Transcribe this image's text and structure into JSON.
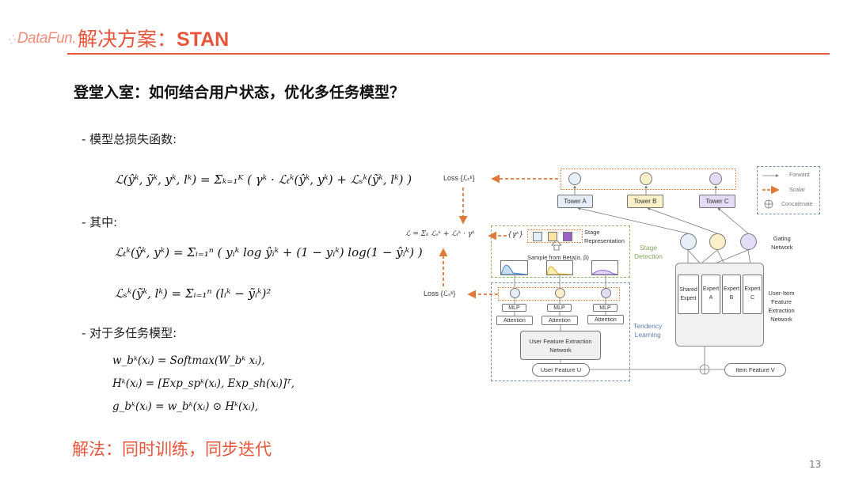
{
  "header": {
    "logo_text": "DataFun.",
    "title_cn": "解决方案：",
    "title_en": "STAN"
  },
  "question": "登堂入室：如何结合用户状态，优化多任务模型？",
  "sections": {
    "total_loss_label": "- 模型总损失函数:",
    "total_loss_formula": "ℒ(ŷᵏ, ỹᵏ, yᵏ, lᵏ) = Σₖ₌₁ᴷ ( γᵏ · ℒₜᵏ(ŷᵏ, yᵏ) + ℒₛᵏ(ỹᵏ, lᵏ) )",
    "where_label": "- 其中:",
    "loss_t_formula": "ℒₜᵏ(ŷᵏ, yᵏ) = Σᵢ₌₁ⁿ ( yᵢᵏ log ŷᵢᵏ + (1 − yᵢᵏ) log(1 − ŷᵢᵏ) )",
    "loss_s_formula": "ℒₛᵏ(ỹᵏ, lᵏ) = Σᵢ₌₁ⁿ (lᵢᵏ − ỹᵢᵏ)²",
    "multitask_label": "- 对于多任务模型:",
    "w_formula": "w_bᵏ(xᵢ) = Softmax(W_bᵏ xᵢ),",
    "h_formula": "Hᵏ(xᵢ) = [Exp_spᵏ(xᵢ), Exp_sh(xᵢ)]ᵀ,",
    "g_formula": "g_bᵏ(xᵢ) = w_bᵏ(xᵢ) ⊙ Hᵏ(xᵢ),"
  },
  "solution": "解法：同时训练，同步迭代",
  "page_number": "13",
  "diagram": {
    "loss_t": "Loss {ℒₜᵏ}",
    "loss_s": "Loss {ℒₛᵏ}",
    "total": "ℒ = Σₖ ℒₛᵏ + ℒₜᵏ · γᵏ",
    "towers": [
      "Tower A",
      "Tower B",
      "Tower C"
    ],
    "gamma": "{γᵏ}",
    "stage_rep": [
      "Stage",
      "Representation"
    ],
    "sample": "Sample from Beta(α, β)",
    "stage_detection": [
      "Stage",
      "Detection"
    ],
    "tendency_learning": [
      "Tendency",
      "Learning"
    ],
    "mlp": "MLP",
    "attention": "Attention",
    "ufen": [
      "User Feature Extraction",
      "Network"
    ],
    "user_feature": "User Feature U",
    "item_feature": "Item Feature V",
    "gating": [
      "Gating",
      "Network"
    ],
    "experts": [
      [
        "Shared",
        "Expert"
      ],
      [
        "Expert",
        "A"
      ],
      [
        "Expert",
        "B"
      ],
      [
        "Expert",
        "C"
      ]
    ],
    "uifen": [
      "User-Item",
      "Feature",
      "Extraction",
      "Network"
    ],
    "legend": [
      "Forward",
      "Scalar",
      "Concatenate"
    ]
  },
  "colors": {
    "accent": "#e8553a",
    "task_a": "#e6eef8",
    "task_b": "#fbf0c8",
    "task_c": "#e4dcf6",
    "stage_green": "#7fa85a",
    "tendency_blue": "#5b80b0",
    "scalar_orange": "#e07a3a"
  }
}
